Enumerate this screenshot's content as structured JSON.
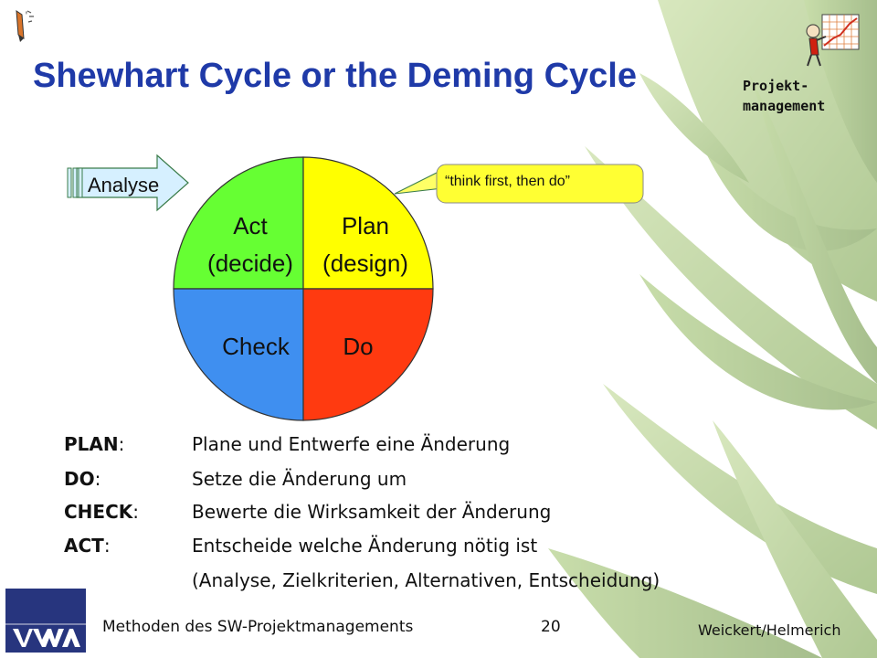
{
  "slide": {
    "title": "Shewhart Cycle or the Deming Cycle",
    "brand": "Projekt-\nmanagement",
    "callout": "“think first, then do”",
    "analyse_label": "Analyse",
    "quadrants": {
      "act": {
        "line1": "Act",
        "line2": "(decide)"
      },
      "plan": {
        "line1": "Plan",
        "line2": "(design)"
      },
      "check": {
        "line1": "Check"
      },
      "do": {
        "line1": "Do"
      }
    },
    "definitions": [
      {
        "term": "PLAN",
        "text": "Plane und Entwerfe eine Änderung"
      },
      {
        "term": "DO",
        "text": "Setze die Änderung um"
      },
      {
        "term": "CHECK",
        "text": "Bewerte die Wirksamkeit der Änderung"
      },
      {
        "term": "ACT",
        "text": "Entscheide welche Änderung nötig ist"
      }
    ],
    "definition_continuation": "(Analyse, Zielkriterien, Alternativen, Entscheidung)",
    "footer": {
      "course": "Methoden des SW-Projektmanagements",
      "page": "20",
      "authors": "Weickert/Helmerich"
    },
    "colors": {
      "title": "#1f3aa8",
      "act": "#66ff33",
      "plan": "#ffff00",
      "check": "#3f8ff0",
      "do": "#ff3a10",
      "background_leaves": "#7aa84a"
    }
  }
}
